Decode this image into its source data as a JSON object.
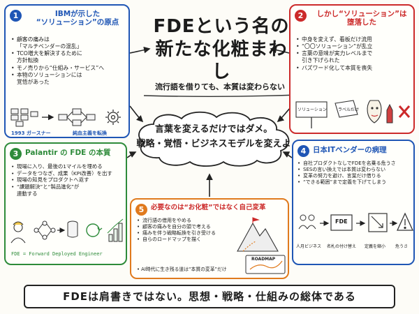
{
  "main": {
    "title_line1": "FDEという名の",
    "title_line2": "新たな化粧まわし",
    "subtitle": "流行語を借りても、本質は変わらない",
    "cloud_line1": "言葉を変えるだけではダメ。",
    "cloud_line2": "戦略・覚悟・ビジネスモデルを変えよ"
  },
  "panel1": {
    "number": "1",
    "title_line1": "IBMが示した",
    "title_line2": "“ソリューション”の原点",
    "items": [
      "顧客の痛みは\n「マルチベンダーの混乱」",
      "TCO増大を解決するために\n方針転換",
      "モノ売りから“仕組み・サービス”へ",
      "本物のソリューションには\n覚悟があった"
    ],
    "caption_left": "1993 ガースナー",
    "caption_right": "純血主義を転換"
  },
  "panel2": {
    "number": "2",
    "title_line1": "しかし“ソリューション”は",
    "title_line2": "堕落した",
    "items": [
      "中身を変えず、看板だけ流用",
      "“〇〇ソリューション”が乱立",
      "言葉の意味が実力レベルまで\n引き下げられた",
      "バズワード化して本質を喪失"
    ],
    "sign_label": "ソリューション",
    "tag_label": "ラベルだけ"
  },
  "panel3": {
    "number": "3",
    "title": "Palantir の FDE の本質",
    "items": [
      "現場に入り、最後の1マイルを埋める",
      "データをつなぎ、成果（KPI改善）を出す",
      "現場の知見をプロダクトへ返す",
      "“課題解決”と“製品進化”が\n連動する"
    ],
    "caption": "FDE = Forward Deployed Engineer"
  },
  "panel4": {
    "number": "4",
    "title": "日本ITベンダーの病理",
    "items": [
      "自社プロダクトなしでFDEを名乗る危うさ",
      "SESの言い換えでは本質は変わらない",
      "変革の努力を避け、言葉だけ借りる",
      "“できる範囲”まで定義を下げてしまう"
    ],
    "box_label": "FDE",
    "captions": [
      "人月ビジネス",
      "名札の付け替え",
      "定義を縮小",
      "危うさ"
    ]
  },
  "panel5": {
    "number": "5",
    "title": "必要なのは“お化粧”ではなく自己変革",
    "items": [
      "流行語の借用をやめる",
      "顧客の痛みを自分の頭で考える",
      "痛みを伴う戦略転換を引き受ける",
      "自らのロードマップを描く"
    ],
    "footer": "AI時代に生き残る道は“本質の変革”だけ",
    "roadmap_label": "ROADMAP"
  },
  "banner": "FDEは肩書きではない。思想・戦略・仕組みの総体である",
  "colors": {
    "blue": "#1f56b5",
    "red": "#cc2a2a",
    "green": "#2e8b3a",
    "orange": "#e07a1d"
  }
}
